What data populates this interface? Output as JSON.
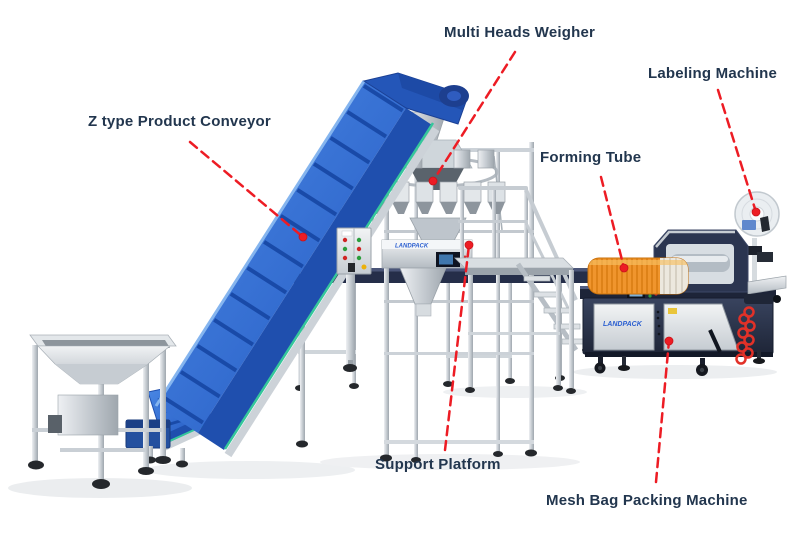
{
  "figure": {
    "type": "annotated-product-diagram",
    "background": "#ffffff"
  },
  "annotations": [
    {
      "id": "multi-heads-weigher",
      "label": "Multi Heads Weigher"
    },
    {
      "id": "labeling-machine",
      "label": "Labeling Machine"
    },
    {
      "id": "z-type-product-conveyor",
      "label": "Z type Product Conveyor"
    },
    {
      "id": "forming-tube",
      "label": "Forming Tube"
    },
    {
      "id": "support-platform",
      "label": "Support Platform"
    },
    {
      "id": "mesh-bag-packing-machine",
      "label": "Mesh Bag Packing Machine"
    }
  ],
  "branding": {
    "logo_text": "LANDPACK"
  },
  "colors": {
    "label_text": "#22364e",
    "arrow_red": "#ed1c24",
    "conveyor_blue": "#2e6bd0",
    "machine_navy": "#272f48",
    "forming_tube_orange": "#f0952d",
    "stainless_steel": "#c9cfd5",
    "belt_edge_green": "#35c79b",
    "logo_blue": "#2b5fd0"
  }
}
